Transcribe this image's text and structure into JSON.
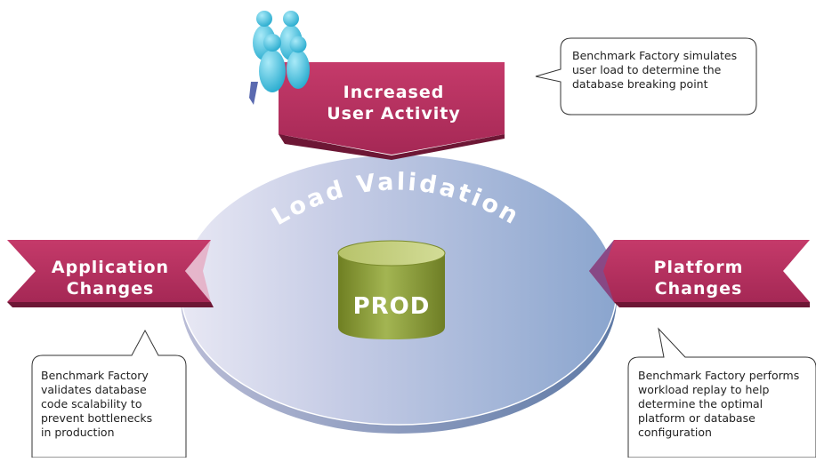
{
  "center": {
    "title": "Load Validation",
    "database_label": "PROD"
  },
  "banners": {
    "top": {
      "line1": "Increased",
      "line2": "User Activity"
    },
    "left": {
      "line1": "Application",
      "line2": "Changes"
    },
    "right": {
      "line1": "Platform",
      "line2": "Changes"
    }
  },
  "callouts": {
    "top": {
      "lines": [
        "Benchmark Factory simulates",
        "user load to determine the",
        "database breaking point"
      ]
    },
    "left": {
      "lines": [
        "Benchmark Factory",
        "validates database",
        "code scalability to",
        "prevent bottlenecks",
        "in production"
      ]
    },
    "right": {
      "lines": [
        "Benchmark Factory performs",
        "workload replay to help",
        "determine the optimal",
        "platform or database",
        "configuration"
      ]
    }
  },
  "colors": {
    "banner": "#b5305f",
    "banner_dark": "#7a1b3d",
    "disc_left": "#d8d9ee",
    "disc_right": "#8fa7cc",
    "cylinder": "#8a9c3a",
    "people": "#37b6d6"
  },
  "icons": {
    "people": "user-group-icon",
    "database": "database-cylinder-icon"
  }
}
